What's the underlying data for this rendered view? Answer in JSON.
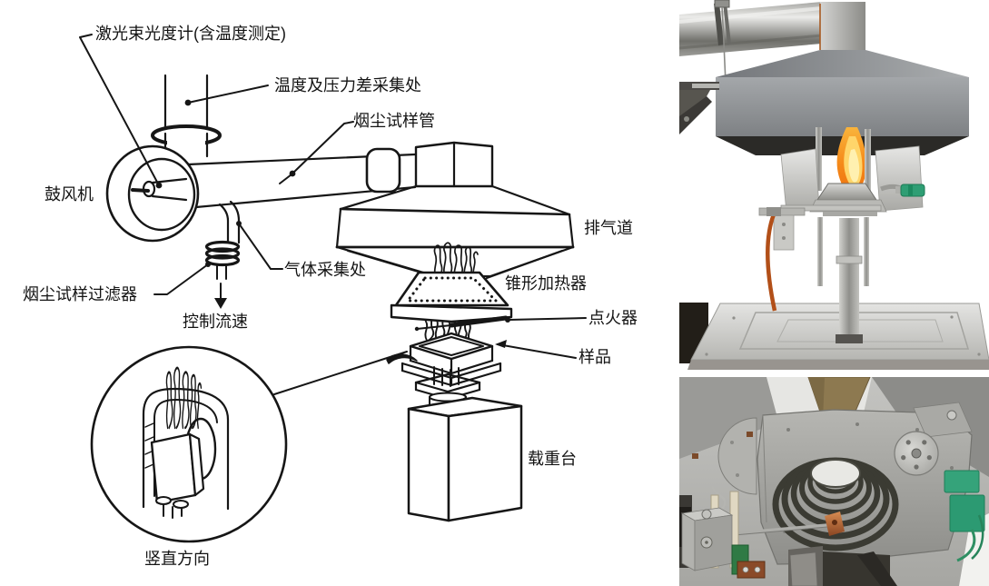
{
  "diagram": {
    "labels": {
      "laser_photometer": "激光束光度计(含温度测定)",
      "temp_pressure_tap": "温度及压力差采集处",
      "smoke_sample_tube": "烟尘试样管",
      "blower": "鼓风机",
      "exhaust_duct": "排气道",
      "gas_sampling_point": "气体采集处",
      "cone_heater": "锥形加热器",
      "igniter": "点火器",
      "sample": "样品",
      "smoke_sample_filter": "烟尘试样过滤器",
      "flow_control": "控制流速",
      "load_platform": "载重台",
      "vertical_orientation": "竖直方向"
    }
  },
  "colors": {
    "ink": "#161616",
    "flame_orange": "#f58a1a",
    "flame_yellow": "#ffd56a",
    "hood_gray": "#8f9296",
    "cable_orange": "#b24f18",
    "coil_dark": "#3b3b33",
    "copper": "#c47a45",
    "terminal_green": "#35a37a"
  }
}
